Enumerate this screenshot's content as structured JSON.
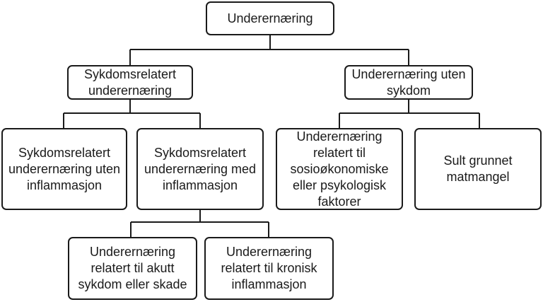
{
  "diagram": {
    "root": {
      "label": "Underernæring"
    },
    "disease_related": {
      "label": "Sykdomsrelatert\nunderernæring"
    },
    "without_disease": {
      "label": "Underernæring uten\nsykdom"
    },
    "no_inflammation": {
      "label": "Sykdomsrelatert\nunderernæring uten\ninflammasjon"
    },
    "with_inflammation": {
      "label": "Sykdomsrelatert\nunderernæring med\ninflammasjon"
    },
    "socioeconomic": {
      "label": "Underernæring\nrelatert til\nsosioøkonomiske\neller psykologisk\nfaktorer"
    },
    "starvation": {
      "label": "Sult grunnet\nmatmangel"
    },
    "acute": {
      "label": "Underernæring\nrelatert til akutt\nsykdom eller skade"
    },
    "chronic": {
      "label": "Underernæring\nrelatert til kronisk\ninflammasjon"
    }
  }
}
